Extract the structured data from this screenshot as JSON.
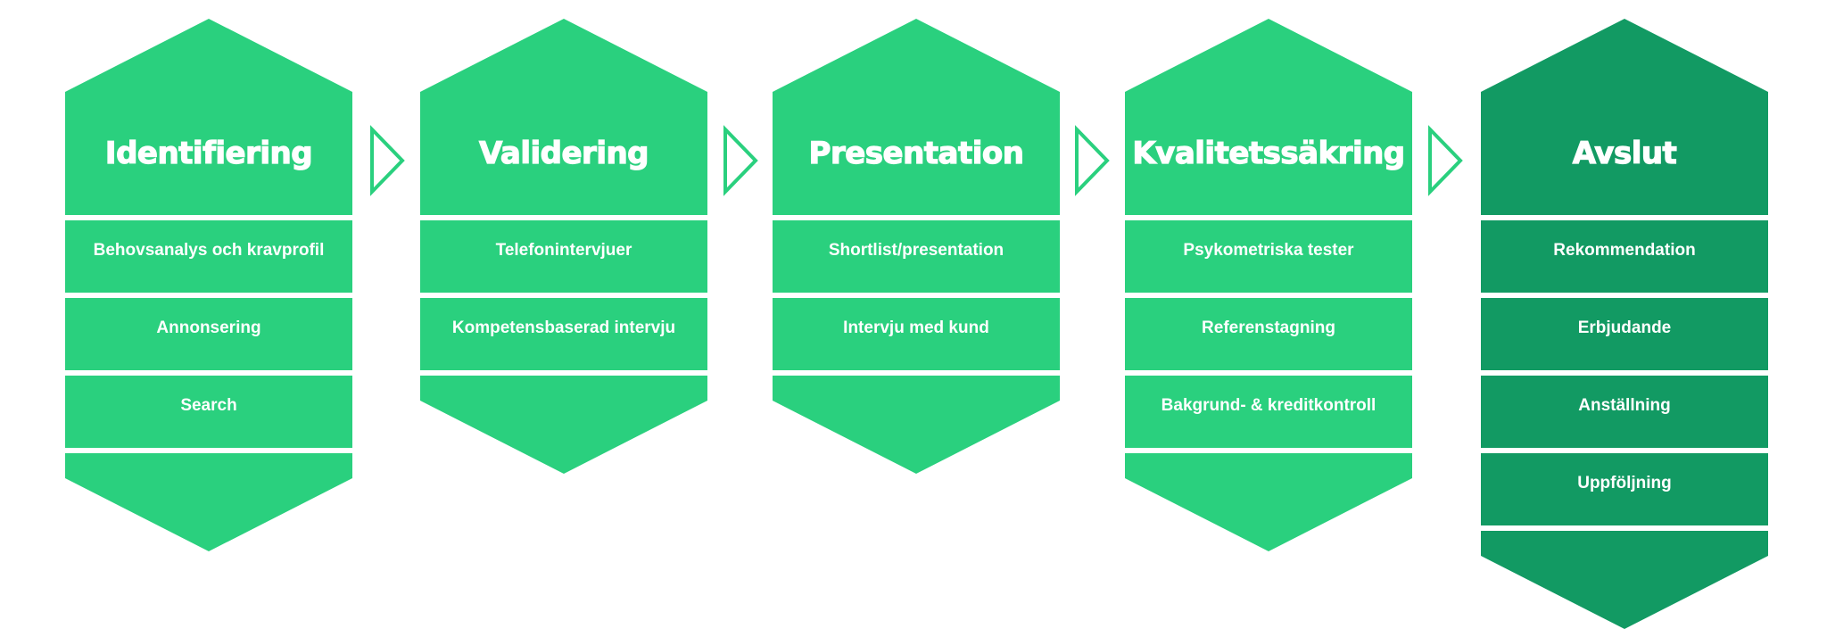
{
  "diagram": {
    "title": "Rekryteringsprocess",
    "colors": {
      "stage": "#2ad07e",
      "final_stage": "#129a63",
      "arrow": "#2ad07e",
      "text": "#ffffff"
    },
    "stages": [
      {
        "title": "Identifiering",
        "final": false,
        "steps": [
          "Behovsanalys och kravprofil",
          "Annonsering",
          "Search"
        ]
      },
      {
        "title": "Validering",
        "final": false,
        "steps": [
          "Telefonintervjuer",
          "Kompetensbaserad intervju"
        ]
      },
      {
        "title": "Presentation",
        "final": false,
        "steps": [
          "Shortlist/presentation",
          "Intervju med kund"
        ]
      },
      {
        "title": "Kvalitetssäkring",
        "final": false,
        "steps": [
          "Psykometriska tester",
          "Referenstagning",
          "Bakgrund- & kreditkontroll"
        ]
      },
      {
        "title": "Avslut",
        "final": true,
        "steps": [
          "Rekommendation",
          "Erbjudande",
          "Anställning",
          "Uppföljning"
        ]
      }
    ],
    "connectors": [
      {
        "icon": "arrow-right-outline-icon",
        "from": "Identifiering",
        "to": "Validering"
      },
      {
        "icon": "arrow-right-outline-icon",
        "from": "Validering",
        "to": "Presentation"
      },
      {
        "icon": "arrow-right-outline-icon",
        "from": "Presentation",
        "to": "Kvalitetssäkring"
      },
      {
        "icon": "arrow-right-outline-icon",
        "from": "Kvalitetssäkring",
        "to": "Avslut"
      }
    ]
  }
}
